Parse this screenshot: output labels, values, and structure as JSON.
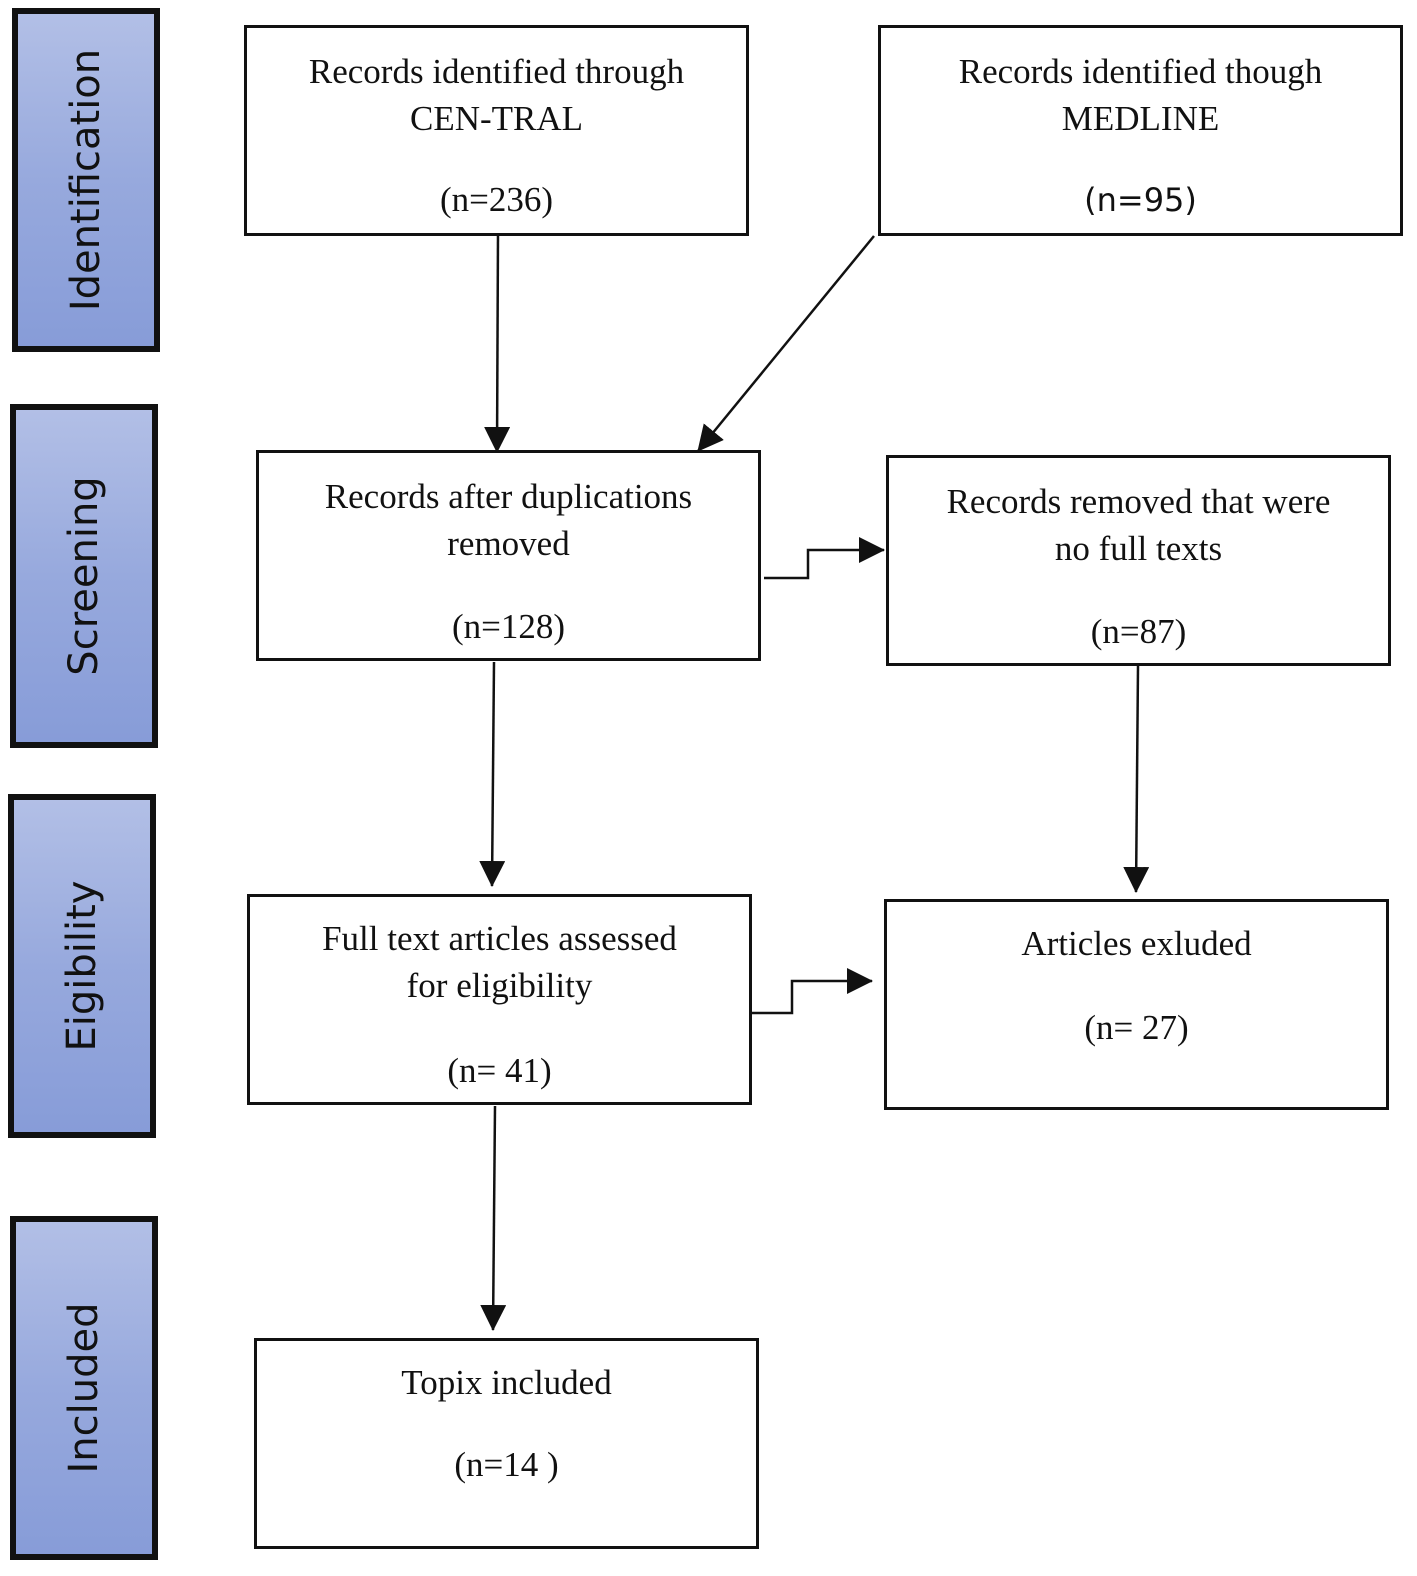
{
  "stages": [
    {
      "id": "identification",
      "label": "Identification"
    },
    {
      "id": "screening",
      "label": "Screening"
    },
    {
      "id": "eligibility",
      "label": "Eigibility"
    },
    {
      "id": "included",
      "label": "Included"
    }
  ],
  "boxes": {
    "central": {
      "title": "Records identified through\nCEN-TRAL",
      "count": "(n=236)"
    },
    "medline": {
      "title": "Records identified though\nMEDLINE",
      "count": "(n=95)"
    },
    "after_dup": {
      "title": "Records after duplications\nremoved",
      "count": "(n=128)"
    },
    "no_full_text": {
      "title": "Records removed that were\nno full texts",
      "count": "(n=87)"
    },
    "assessed": {
      "title": "Full text articles assessed\nfor eligibility",
      "count": "(n= 41)"
    },
    "excluded": {
      "title": "Articles exluded",
      "count": "(n= 27)"
    },
    "included": {
      "title": "Topix included",
      "count": "(n=14 )"
    }
  },
  "colors": {
    "stage_fill_top": "#b2bfe6",
    "stage_fill_bottom": "#879cd8",
    "line": "#111111"
  }
}
